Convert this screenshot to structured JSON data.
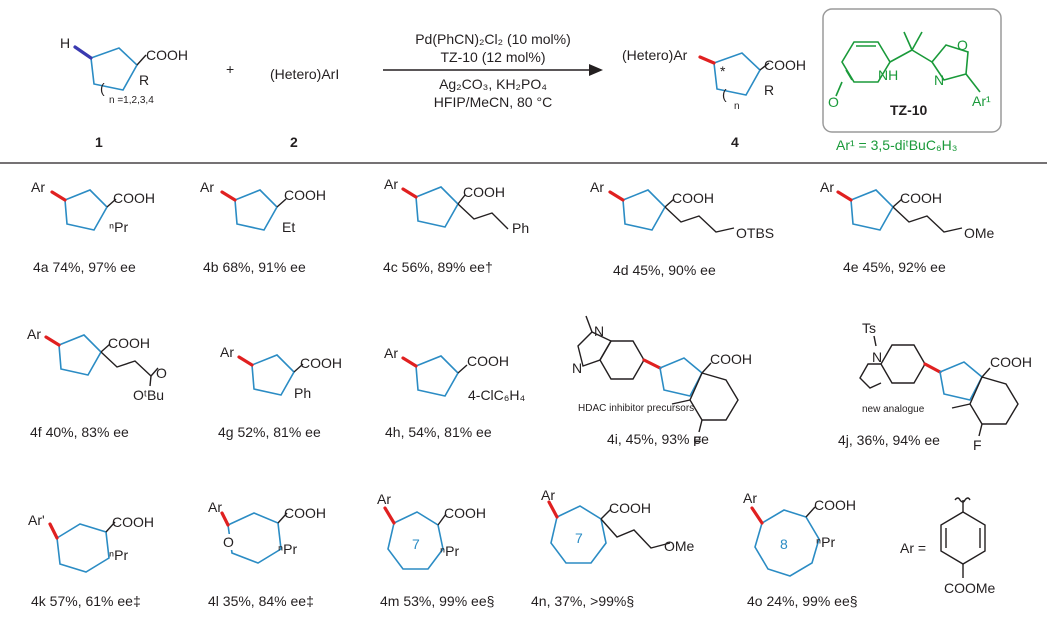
{
  "scheme": {
    "reactant1": {
      "label": "1",
      "sub": "COOH",
      "r": "R",
      "n": "n =1,2,3,4",
      "h": "H"
    },
    "plus": "+",
    "reactant2": {
      "label": "2",
      "name": "(Hetero)ArI"
    },
    "conditions": [
      "Pd(PhCN)₂Cl₂ (10 mol%)",
      "TZ-10 (12 mol%)",
      "Ag₂CO₃, KH₂PO₄",
      "HFIP/MeCN, 80 °C"
    ],
    "product": {
      "label": "4",
      "ar": "(Hetero)Ar",
      "sub": "COOH",
      "r": "R",
      "n": "n",
      "star": "*"
    },
    "ligand": {
      "name": "TZ-10",
      "nh": "NH",
      "o_ring": "O",
      "n": "N",
      "o_keto": "O",
      "ar1": "Ar¹",
      "note": "Ar¹ = 3,5-diᵗBuC₆H₃"
    }
  },
  "entries": [
    {
      "id": "4a",
      "caption": "4a 74%, 97% ee",
      "ar": "Ar",
      "acid": "COOH",
      "sub": "ⁿPr"
    },
    {
      "id": "4b",
      "caption": "4b  68%, 91% ee",
      "ar": "Ar",
      "acid": "COOH",
      "sub": "Et"
    },
    {
      "id": "4c",
      "caption": "4c 56%, 89% ee†",
      "ar": "Ar",
      "acid": "COOH",
      "sub": "Ph"
    },
    {
      "id": "4d",
      "caption": "4d 45%, 90% ee",
      "ar": "Ar",
      "acid": "COOH",
      "sub": "OTBS"
    },
    {
      "id": "4e",
      "caption": "4e 45%, 92% ee",
      "ar": "Ar",
      "acid": "COOH",
      "sub": "OMe"
    },
    {
      "id": "4f",
      "caption": "4f 40%, 83% ee",
      "ar": "Ar",
      "acid": "COOH",
      "sub": "OᵗBu",
      "o": "O"
    },
    {
      "id": "4g",
      "caption": "4g 52%, 81% ee",
      "ar": "Ar",
      "acid": "COOH",
      "sub": "Ph"
    },
    {
      "id": "4h",
      "caption": "4h, 54%, 81% ee",
      "ar": "Ar",
      "acid": "COOH",
      "sub": "4-ClC₆H₄"
    },
    {
      "id": "4i",
      "caption": "4i, 45%, 93% ee",
      "acid": "COOH",
      "note": "HDAC inhibitor precursors",
      "n1": "N",
      "n2": "N",
      "f": "F"
    },
    {
      "id": "4j",
      "caption": "4j, 36%, 94% ee",
      "acid": "COOH",
      "note": "new analogue",
      "n": "N",
      "ts": "Ts",
      "f": "F"
    },
    {
      "id": "4k",
      "caption": "4k 57%, 61% ee‡",
      "ar": "Ar'",
      "acid": "COOH",
      "sub": "ⁿPr"
    },
    {
      "id": "4l",
      "caption": "4l 35%, 84% ee‡",
      "ar": "Ar",
      "acid": "COOH",
      "sub": "ⁿPr",
      "o": "O"
    },
    {
      "id": "4m",
      "caption": "4m 53%, 99% ee§",
      "ar": "Ar",
      "acid": "COOH",
      "sub": "ⁿPr",
      "ring": "7"
    },
    {
      "id": "4n",
      "caption": "4n, 37%, >99%§",
      "ar": "Ar",
      "acid": "COOH",
      "sub": "OMe",
      "ring": "7"
    },
    {
      "id": "4o",
      "caption": "4o 24%, 99% ee§",
      "ar": "Ar",
      "acid": "COOH",
      "sub": "ⁿPr",
      "ring": "8"
    }
  ],
  "ar_def": {
    "label": "Ar =",
    "group": "COOMe"
  }
}
